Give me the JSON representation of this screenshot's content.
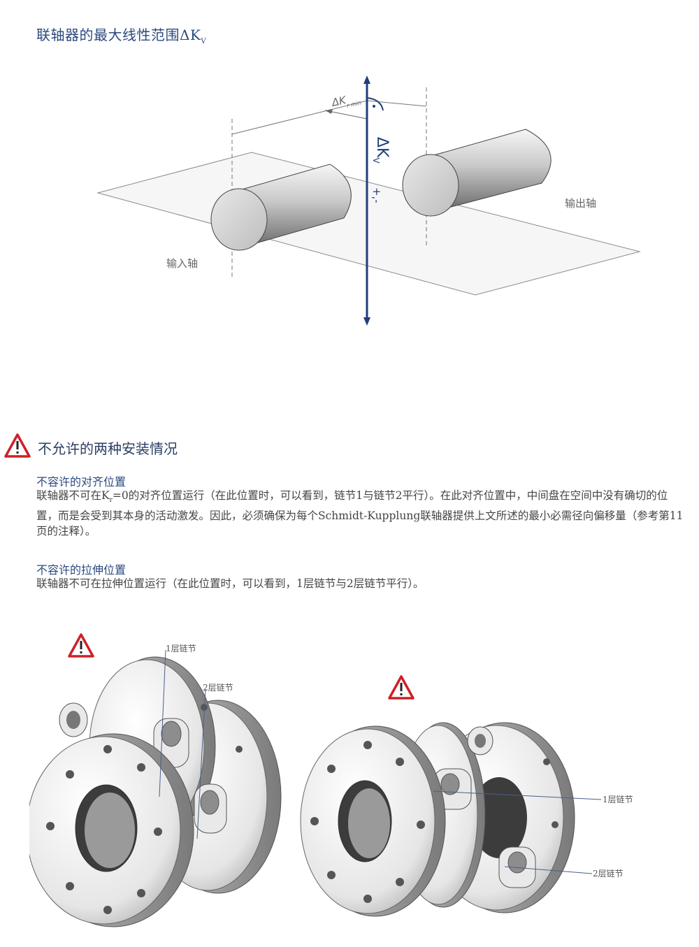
{
  "title": {
    "text": "联轴器的最大线性范围ΔK",
    "sub": "V"
  },
  "figure1": {
    "input_shaft": "输入轴",
    "output_shaft": "输出轴",
    "dk_min_label": "ΔK",
    "dk_min_sub": "r min",
    "dkv_label": "ΔK",
    "dkv_sub": "V",
    "plus_minus": "+,-"
  },
  "warning": {
    "heading": "不允许的两种安装情况"
  },
  "section1": {
    "title": "不容许的对齐位置",
    "text_a": "联轴器不可在K",
    "text_sub": "r",
    "text_b": "=0的对齐位置运行（在此位置时，可以看到，链节1与链节2平行）。在此对齐位置中，中间盘在空间中没有确切的位置，而是会受到其本身的活动激发。因此，必须确保为每个Schmidt-Kupplung联轴器提供上文所述的最小必需径向偏移量（参考第11页的注释）。"
  },
  "section2": {
    "title": "不容许的拉伸位置",
    "text": "联轴器不可在拉伸位置运行（在此位置时，可以看到，1层链节与2层链节平行）。"
  },
  "photo": {
    "left_label_1": "1层链节",
    "left_label_2": "2层链节",
    "right_label_1": "1层链节",
    "right_label_2": "2层链节"
  },
  "colors": {
    "accent": "#2b4a7e",
    "axis": "#1f3f7a",
    "warning": "#cc2027"
  }
}
